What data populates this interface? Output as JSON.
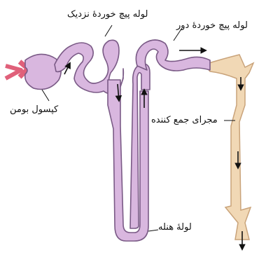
{
  "labels": {
    "pct": "لوله پیچ خوردهٔ نزدیک",
    "dct": "لوله پیچ خوردهٔ دور",
    "bowman": "کپسول بومن",
    "collecting": "مجرای جمع کننده",
    "henle": "لولهٔ هنله"
  },
  "colors": {
    "tubule_fill": "#d9b7df",
    "tubule_stroke": "#7a5a86",
    "duct_fill": "#f1d8b5",
    "duct_stroke": "#c9a37a",
    "vessel": "#e0607a",
    "arrow": "#111111"
  }
}
